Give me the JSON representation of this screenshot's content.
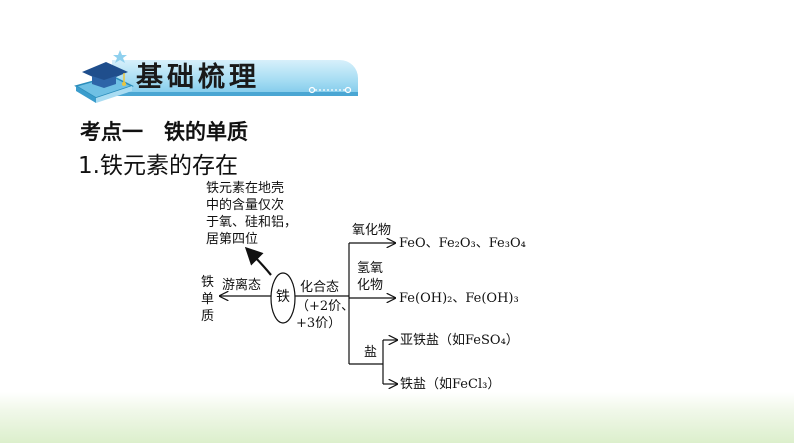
{
  "banner": {
    "title": "基础梳理"
  },
  "section": {
    "title": "考点一　铁的单质",
    "subtitle": "1.铁元素的存在"
  },
  "diagram": {
    "note_lines": [
      "铁元素在地壳",
      "中的含量仅次",
      "于氧、硅和铝，",
      "居第四位"
    ],
    "center": "铁",
    "left_label_chars": [
      "铁",
      "单",
      "质"
    ],
    "free_state": "游离态",
    "combined_state": "化合态",
    "valence_lines": [
      "（+2价、",
      "+3价）"
    ],
    "branches": {
      "oxide_label": "氧化物",
      "oxide_formulas": "FeO、Fe₂O₃、Fe₃O₄",
      "hydroxide_label_lines": [
        "氢氧",
        "化物"
      ],
      "hydroxide_formulas": "Fe(OH)₂、Fe(OH)₃",
      "salt_label": "盐",
      "ferrous_salt": "亚铁盐（如FeSO₄）",
      "ferric_salt": "铁盐（如FeCl₃）"
    }
  }
}
